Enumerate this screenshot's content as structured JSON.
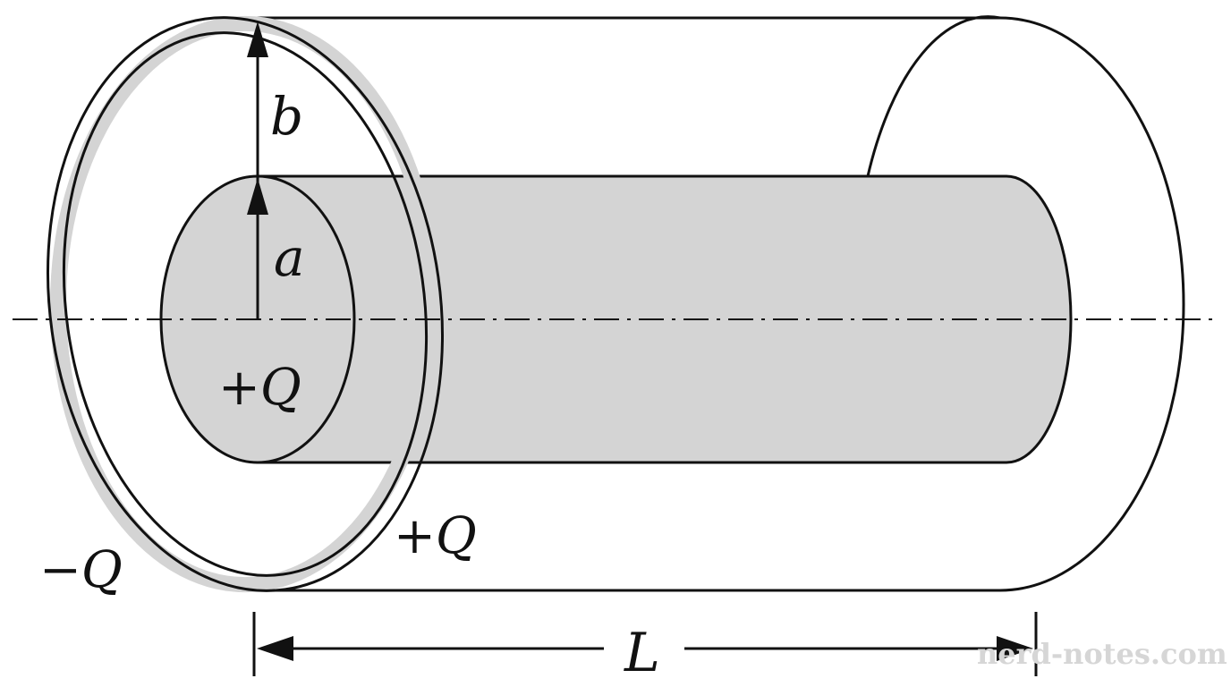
{
  "figure": {
    "colors": {
      "stroke": "#111111",
      "core_fill": "#d4d4d4",
      "shell_fill": "#d4d4d4",
      "background": "#ffffff",
      "watermark": "#d6d6d6"
    },
    "labels": {
      "outer_radius": "b",
      "inner_radius": "a",
      "inner_charge": "+Q",
      "shell_inner_charge": "+Q",
      "shell_outer_charge": "−Q",
      "length": "L"
    },
    "watermark": "nerd-notes.com"
  }
}
